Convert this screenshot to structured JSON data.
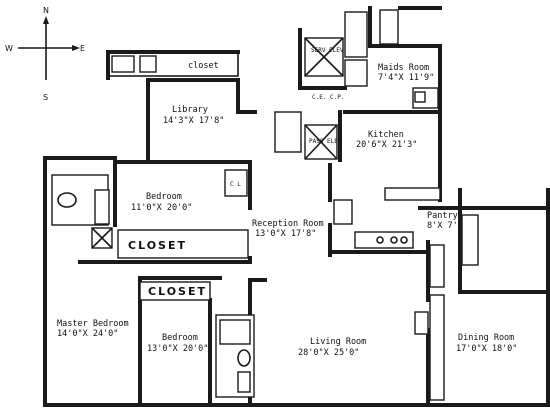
{
  "compass": {
    "north": "N",
    "west": "W",
    "east": "E",
    "south": "S"
  },
  "rooms": {
    "library": {
      "name": "Library",
      "dims": "14'3\"X 17'8\""
    },
    "maids_room": {
      "name": "Maids Room",
      "dims": "7'4\"X 11'9\""
    },
    "kitchen": {
      "name": "Kitchen",
      "dims": "20'6\"X 21'3\""
    },
    "bedroom_1": {
      "name": "Bedroom",
      "dims": "11'0\"X 20'0\""
    },
    "reception": {
      "name": "Reception Room",
      "dims": "13'0\"X 17'8\""
    },
    "pantry": {
      "name": "Pantry",
      "dims": "8'X 7'"
    },
    "master_bedroom": {
      "name": "Master Bedroom",
      "dims": "14'0\"X 24'0\""
    },
    "bedroom_2": {
      "name": "Bedroom",
      "dims": "13'0\"X 20'0\""
    },
    "living_room": {
      "name": "Living Room",
      "dims": "28'0\"X 25'0\""
    },
    "dining_room": {
      "name": "Dining Room",
      "dims": "17'0\"X 18'0\""
    }
  },
  "closets": {
    "top": "closet",
    "bedroom": "CLOSET",
    "lower": "CLOSET",
    "small": "C L"
  },
  "elevators": {
    "service": "SERV ELEV",
    "passenger": "PASS ELEV"
  },
  "small_labels": {
    "a": "C.E.",
    "b": "C.P."
  }
}
